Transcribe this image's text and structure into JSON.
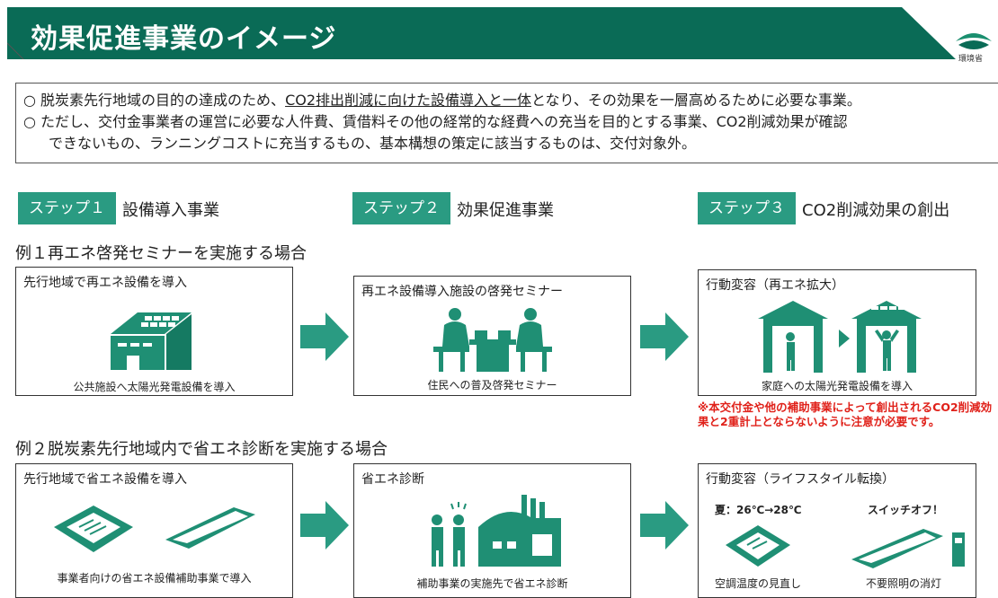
{
  "header": {
    "title": "効果促進事業のイメージ",
    "logo_text": "環境省",
    "bar_color": "#0a6b56"
  },
  "intro": {
    "line1_a": "○ 脱炭素先行地域の目的の達成のため、",
    "line1_u": "CO2排出削減に向けた設備導入と一体",
    "line1_b": "となり、その効果を一層高めるために必要な事業。",
    "line2": "○ ただし、交付金事業者の運営に必要な人件費、賃借料その他の経常的な経費への充当を目的とする事業、CO2削減効果が確認",
    "line3": "できないもの、ランニングコストに充当するもの、基本構想の策定に該当するものは、交付対象外。"
  },
  "steps": [
    {
      "badge": "ステップ１",
      "label": "設備導入事業"
    },
    {
      "badge": "ステップ２",
      "label": "効果促進事業"
    },
    {
      "badge": "ステップ３",
      "label": "CO2削減効果の創出"
    }
  ],
  "examples": [
    {
      "heading": "例１再エネ啓発セミナーを実施する場合",
      "cards": [
        {
          "title": "先行地域で再エネ設備を導入",
          "caption": "公共施設へ太陽光発電設備を導入",
          "icon": "building-solar-icon"
        },
        {
          "title": "再エネ設備導入施設の啓発セミナー",
          "caption": "住民への普及啓発セミナー",
          "icon": "seminar-icon"
        },
        {
          "title": "行動変容（再エネ拡大）",
          "caption": "家庭への太陽光発電設備を導入",
          "icon": "house-solar-icon"
        }
      ]
    },
    {
      "heading": "例２脱炭素先行地域内で省エネ診断を実施する場合",
      "cards": [
        {
          "title": "先行地域で省エネ設備を導入",
          "caption": "事業者向けの省エネ設備補助事業で導入",
          "icon": "aircon-light-icon"
        },
        {
          "title": "省エネ診断",
          "caption": "補助事業の実施先で省エネ診断",
          "icon": "factory-diagnosis-icon"
        },
        {
          "title": "行動変容（ライフスタイル転換）",
          "icon": "lifestyle-icon",
          "sub": {
            "summer": "夏：26℃→28℃",
            "switch": "スイッチオフ！",
            "cap_left": "空調温度の見直し",
            "cap_right": "不要照明の消灯"
          }
        }
      ]
    }
  ],
  "note": "※本交付金や他の補助事業によって創出されるCO2削減効果と2重計上とならないように注意が必要です。",
  "colors": {
    "accent": "#2a9b82",
    "icon": "#1f8f74",
    "note": "#e0211a"
  }
}
